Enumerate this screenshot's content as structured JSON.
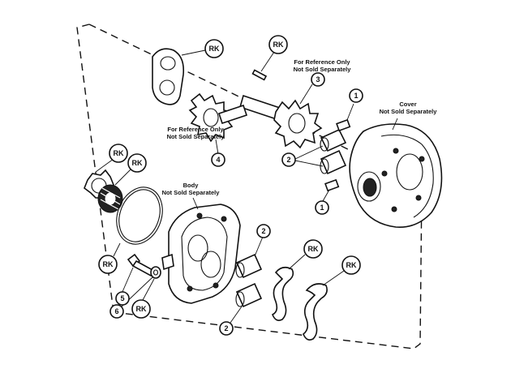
{
  "diagram": {
    "callouts": {
      "rk": "RK",
      "one": "1",
      "two": "2",
      "three": "3",
      "four": "4",
      "five": "5",
      "six": "6"
    },
    "notes": {
      "ref_only_3_line1": "For Reference Only",
      "ref_only_3_line2": "Not Sold Separately",
      "ref_only_4_line1": "For Reference Only",
      "ref_only_4_line2": "Not Sold Separately",
      "cover_line1": "Cover",
      "cover_line2": "Not Sold Separately",
      "body_line1": "Body",
      "body_line2": "Not Sold Separately"
    }
  }
}
